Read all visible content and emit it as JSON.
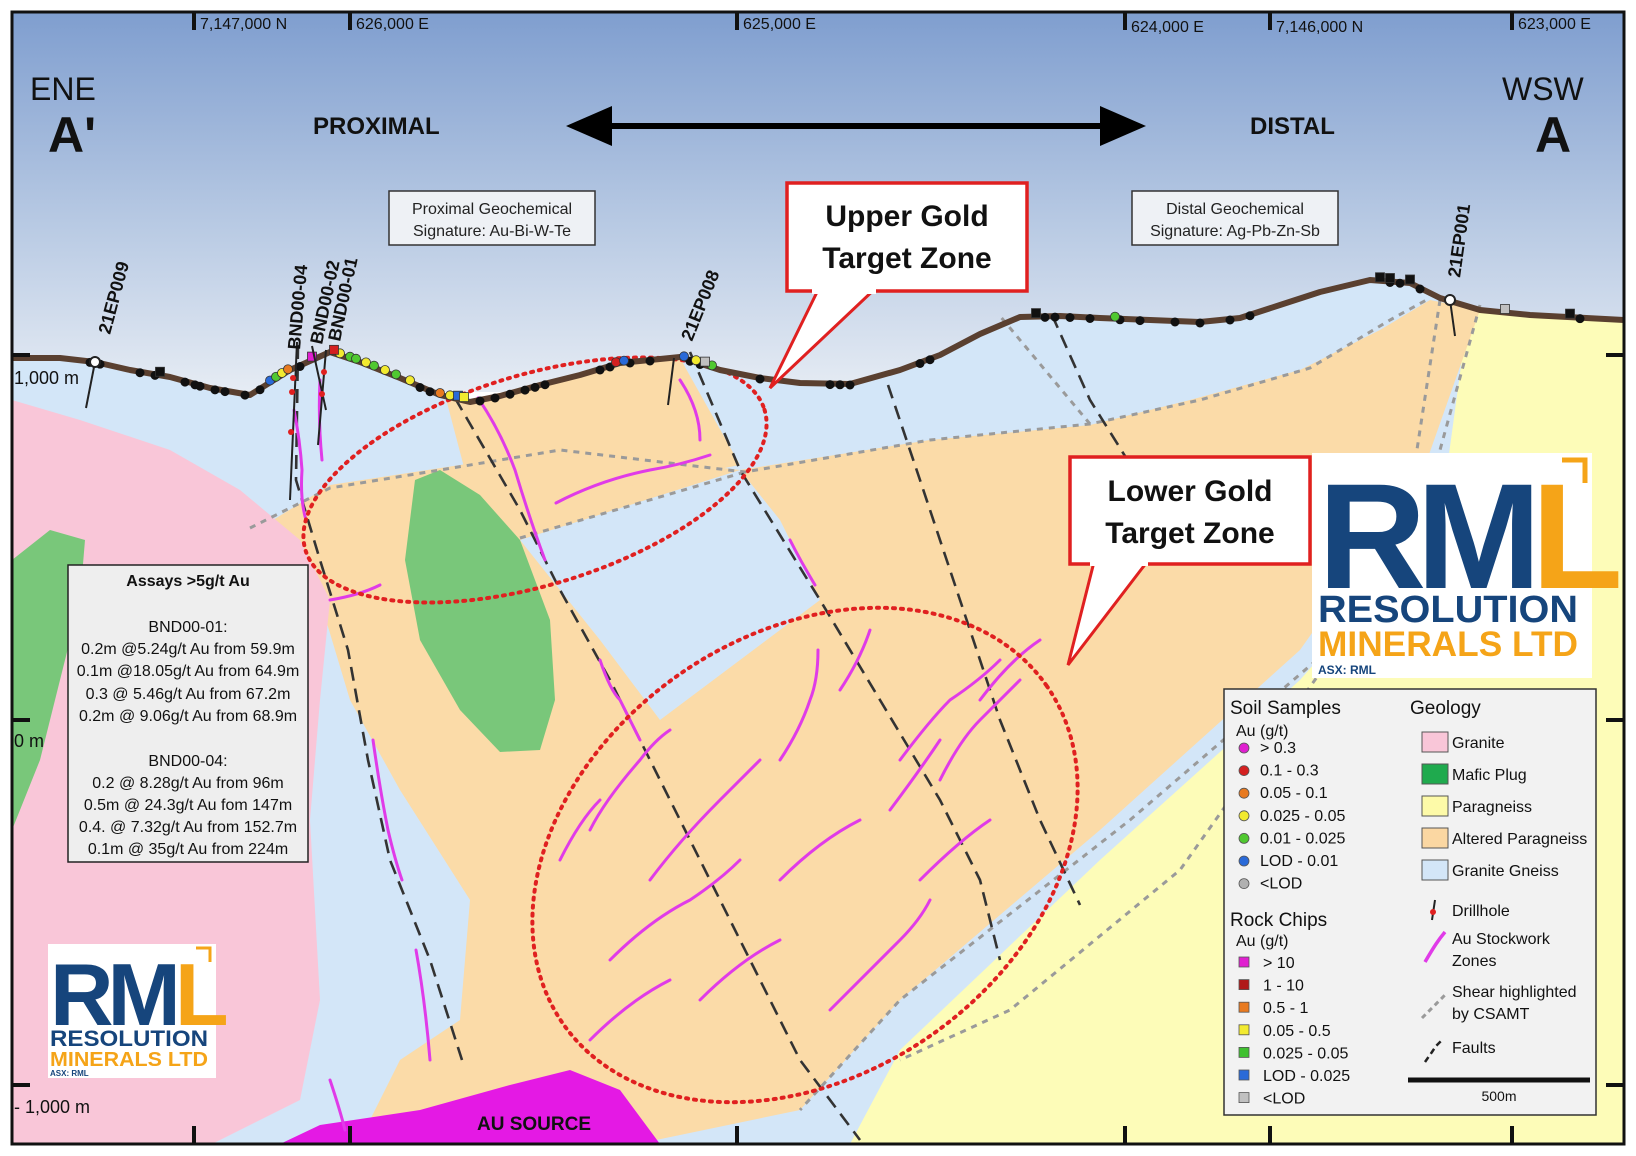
{
  "grid_labels": {
    "n1": "7,147,000 N",
    "e1": "626,000 E",
    "e2": "625,000 E",
    "e3": "624,000 E",
    "n2": "7,146,000 N",
    "e4": "623,000 E"
  },
  "elevation_labels": {
    "top": "1,000 m",
    "mid": "0 m",
    "bottom": "- 1,000 m"
  },
  "orientation": {
    "left_dir": "ENE",
    "left_label": "A'",
    "right_dir": "WSW",
    "right_label": "A",
    "proximal": "PROXIMAL",
    "distal": "DISTAL"
  },
  "signatures": {
    "proximal_line1": "Proximal Geochemical",
    "proximal_line2": "Signature: Au-Bi-W-Te",
    "distal_line1": "Distal Geochemical",
    "distal_line2": "Signature: Ag-Pb-Zn-Sb"
  },
  "callouts": {
    "upper_line1": "Upper Gold",
    "upper_line2": "Target Zone",
    "lower_line1": "Lower Gold",
    "lower_line2": "Target Zone"
  },
  "drillholes": {
    "h1": "21EP009",
    "h2": "BND00-04",
    "h3": "BND00-02",
    "h4": "BND00-01",
    "h5": "21EP008",
    "h6": "21EP001"
  },
  "assays": {
    "title": "Assays >5g/t Au",
    "hole1": "BND00-01:",
    "hole1_rows": [
      "0.2m @5.24g/t Au from 59.9m",
      "0.1m @18.05g/t Au from 64.9m",
      "0.3 @ 5.46g/t Au from 67.2m",
      "0.2m @ 9.06g/t Au from 68.9m"
    ],
    "hole2": "BND00-04:",
    "hole2_rows": [
      "0.2 @ 8.28g/t Au from 96m",
      "0.5m @ 24.3g/t Au fom 147m",
      "0.4. @ 7.32g/t Au from 152.7m",
      "0.1m @ 35g/t Au from 224m"
    ]
  },
  "source_label": "AU SOURCE",
  "logo": {
    "rm": "RM",
    "l": "L",
    "line1": "RESOLUTION",
    "line2": "MINERALS LTD",
    "ticker": "ASX: RML"
  },
  "legend": {
    "soil_title": "Soil Samples",
    "soil_unit": "Au (g/t)",
    "soil_items": [
      {
        "label": "> 0.3",
        "color": "#e020d0"
      },
      {
        "label": "0.1 - 0.3",
        "color": "#d42020"
      },
      {
        "label": "0.05 - 0.1",
        "color": "#e87a20"
      },
      {
        "label": "0.025 - 0.05",
        "color": "#f2ea30"
      },
      {
        "label": "0.01 - 0.025",
        "color": "#50c830"
      },
      {
        "label": "LOD - 0.01",
        "color": "#2a6ad8"
      },
      {
        "label": "<LOD",
        "color": "#b0b0b0"
      }
    ],
    "rock_title": "Rock Chips",
    "rock_unit": "Au (g/t)",
    "rock_items": [
      {
        "label": "> 10",
        "color": "#e020d0"
      },
      {
        "label": "1 - 10",
        "color": "#b01818"
      },
      {
        "label": "0.5 - 1",
        "color": "#e87a20"
      },
      {
        "label": "0.05 - 0.5",
        "color": "#f2ea30"
      },
      {
        "label": "0.025 - 0.05",
        "color": "#40c030"
      },
      {
        "label": "LOD - 0.025",
        "color": "#2a6ad8"
      },
      {
        "label": "<LOD",
        "color": "#c0c0c0"
      }
    ],
    "geology_title": "Geology",
    "geology_items": [
      {
        "label": "Granite",
        "color": "#f9c6d8"
      },
      {
        "label": "Mafic Plug",
        "color": "#1faa4e"
      },
      {
        "label": "Paragneiss",
        "color": "#fdfaa8"
      },
      {
        "label": "Altered Paragneiss",
        "color": "#fbd7a2"
      },
      {
        "label": "Granite Gneiss",
        "color": "#d3e6f8"
      }
    ],
    "drillhole": "Drillhole",
    "stockwork_line1": "Au Stockwork",
    "stockwork_line2": "Zones",
    "shear_line1": "Shear highlighted",
    "shear_line2": "by CSAMT",
    "faults": "Faults",
    "scale": "500m"
  },
  "colors": {
    "granite": "#f9c6d8",
    "mafic": "#79c77a",
    "paragneiss": "#fdfcb8",
    "altered": "#fbdba8",
    "gneiss": "#d3e6f8",
    "au_source": "#e419e4",
    "stockwork": "#e03be8",
    "target": "#e02020",
    "surface": "#5a4030",
    "logo_blue": "#16457c",
    "logo_orange": "#f5a418"
  }
}
